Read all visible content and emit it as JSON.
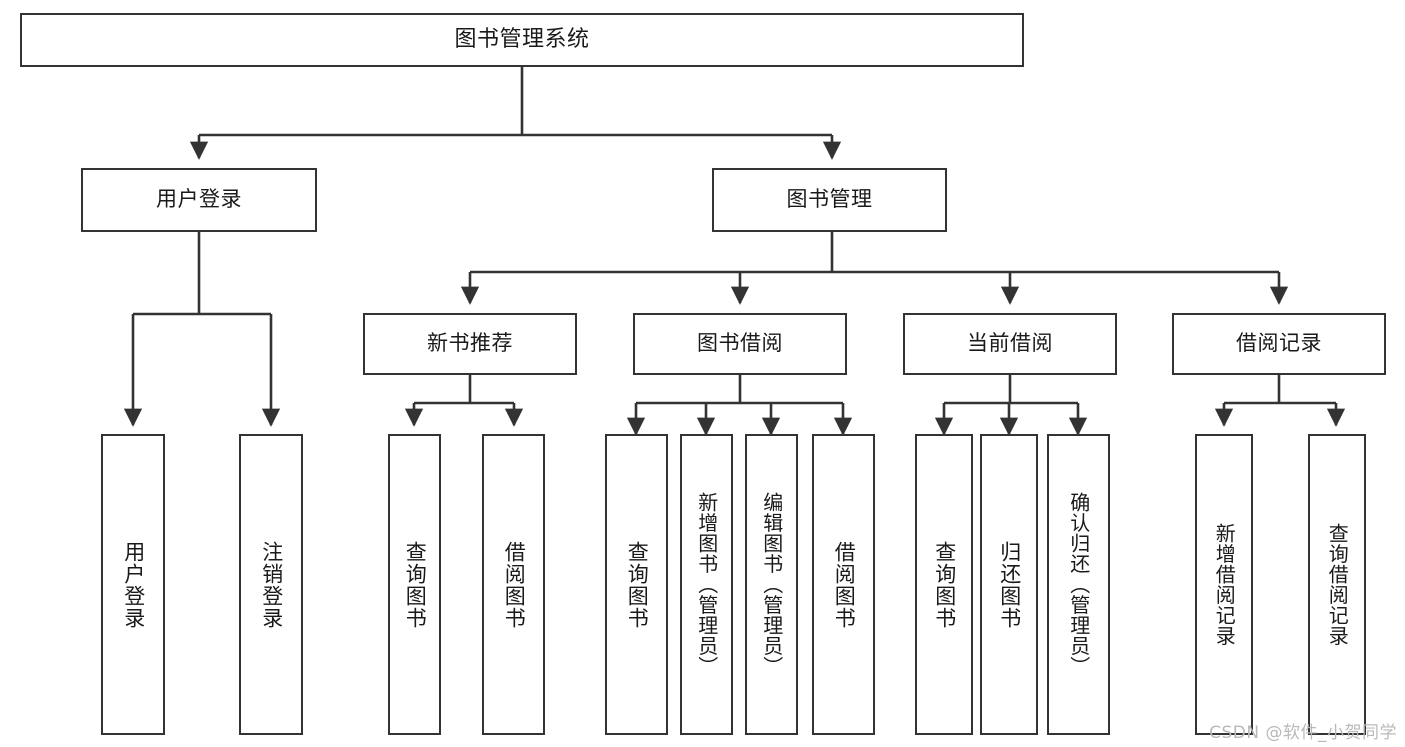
{
  "diagram": {
    "type": "tree",
    "title": "图书管理系统",
    "orientation": "top-down",
    "watermark": "CSDN @软件_小贺同学",
    "colors": {
      "box_border": "#333333",
      "box_fill": "#ffffff",
      "connector": "#333333",
      "text": "#1a1a1a",
      "watermark": "#b9b9b9"
    },
    "nodes": {
      "root": {
        "label": "图书管理系统"
      },
      "level2": [
        {
          "id": "login",
          "label": "用户登录"
        },
        {
          "id": "bookmgmt",
          "label": "图书管理"
        }
      ],
      "level3": [
        {
          "id": "newbook",
          "label": "新书推荐"
        },
        {
          "id": "borrow",
          "label": "图书借阅"
        },
        {
          "id": "current",
          "label": "当前借阅"
        },
        {
          "id": "records",
          "label": "借阅记录"
        }
      ],
      "leaves": {
        "login": [
          {
            "label": "用户登录"
          },
          {
            "label": "注销登录"
          }
        ],
        "newbook": [
          {
            "label": "查询图书"
          },
          {
            "label": "借阅图书"
          }
        ],
        "borrow": [
          {
            "label": "查询图书"
          },
          {
            "label": "新增图书（管理员）"
          },
          {
            "label": "编辑图书（管理员）"
          },
          {
            "label": "借阅图书"
          }
        ],
        "current": [
          {
            "label": "查询图书"
          },
          {
            "label": "归还图书"
          },
          {
            "label": "确认归还（管理员）"
          }
        ],
        "records": [
          {
            "label": "新增借阅记录"
          },
          {
            "label": "查询借阅记录"
          }
        ]
      }
    }
  }
}
